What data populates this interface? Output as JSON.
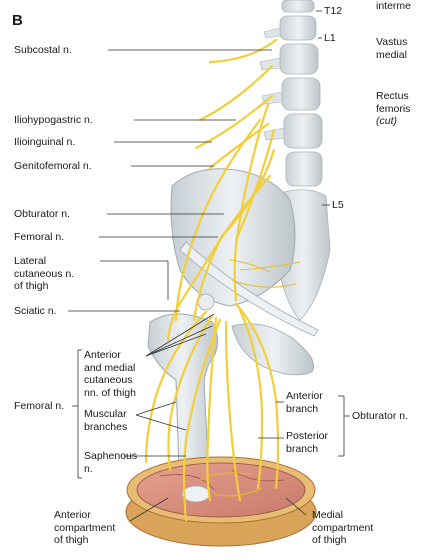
{
  "panel_letter": "B",
  "colors": {
    "nerve": "#f2cf3a",
    "nerve_edge": "#c9a21d",
    "bone": "#dde3e6",
    "bone_shade": "#b9c2c7",
    "muscle": "#d98c7c",
    "ring": "#e0b464",
    "leader": "#333333"
  },
  "labels": {
    "t12": "T12",
    "l1": "L1",
    "l5": "L5",
    "subcostal": "Subcostal n.",
    "iliohypogastric": "Iliohypogastric n.",
    "ilioinguinal": "Ilioinguinal n.",
    "genitofemoral": "Genitofemoral n.",
    "obturator": "Obturator n.",
    "femoral": "Femoral n.",
    "lateral_cutaneous": "Lateral\ncutaneous n.\nof thigh",
    "sciatic": "Sciatic n.",
    "anterior_medial_cutaneous": "Anterior\nand medial\ncutaneous\nnn. of thigh",
    "femoral_group": "Femoral n.",
    "muscular_branches": "Muscular\nbranches",
    "saphenous": "Saphenous\nn.",
    "anterior_branch": "Anterior\nbranch",
    "posterior_branch": "Posterior\nbranch",
    "obturator_group": "Obturator n.",
    "anterior_compartment": "Anterior\ncompartment\nof thigh",
    "medial_compartment": "Medial\ncompartment\nof thigh",
    "intermediate_cut": "interme",
    "vastus_medialis_cut": "Vastus\nmedial",
    "rectus_femoris_cut": "Rectus\nfemoris",
    "cut": "(cut)"
  }
}
